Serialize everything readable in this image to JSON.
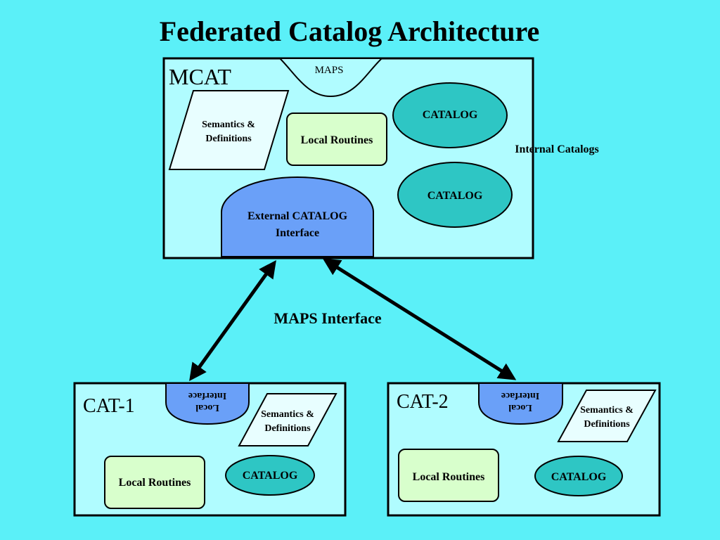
{
  "title": "Federated Catalog Architecture",
  "mcat": {
    "label": "MCAT",
    "maps": "MAPS",
    "semantics": [
      "Semantics &",
      "Definitions"
    ],
    "local_routines": "Local Routines",
    "catalog_1": "CATALOG",
    "catalog_2": "CATALOG",
    "internal_catalogs": "Internal Catalogs",
    "external_interface": [
      "External CATALOG",
      "Interface"
    ]
  },
  "maps_interface": "MAPS Interface",
  "cat1": {
    "label": "CAT-1",
    "local_interface": [
      "Local",
      "Interface"
    ],
    "semantics": [
      "Semantics &",
      "Definitions"
    ],
    "local_routines": "Local Routines",
    "catalog": "CATALOG"
  },
  "cat2": {
    "label": "CAT-2",
    "local_interface": [
      "Local",
      "Interface"
    ],
    "semantics": [
      "Semantics &",
      "Definitions"
    ],
    "local_routines": "Local Routines",
    "catalog": "CATALOG"
  },
  "colors": {
    "background": "#5bf0f8",
    "box_fill": "#b0fcff",
    "routine_fill": "#d8ffcc",
    "catalog_fill": "#2ec6c4",
    "interface_fill": "#6aa0f8",
    "semantics_fill": "#e8feff"
  }
}
